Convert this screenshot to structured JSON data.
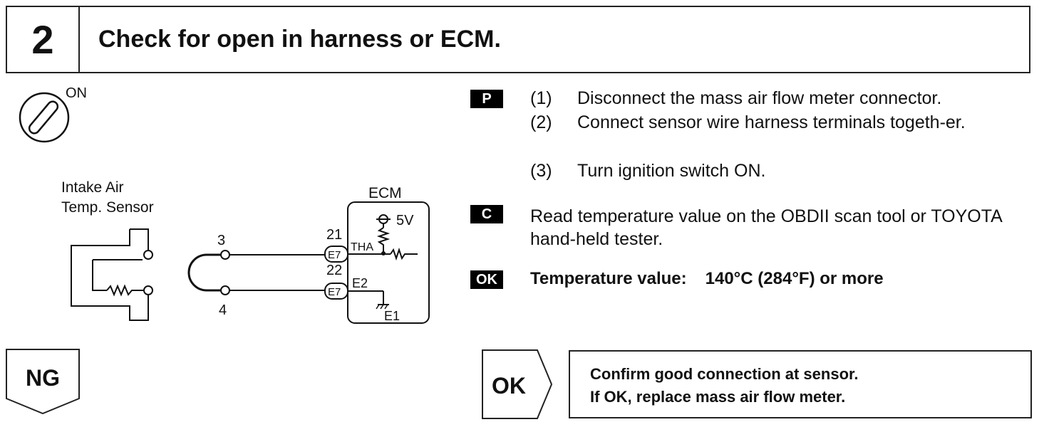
{
  "header": {
    "step_number": "2",
    "title": "Check for open in harness or ECM."
  },
  "ignition": {
    "label": "ON",
    "icon": "ignition-switch-icon"
  },
  "diagram": {
    "sensor_label_line1": "Intake Air",
    "sensor_label_line2": "Temp. Sensor",
    "ecm_label": "ECM",
    "voltage_label": "5V",
    "terminal_top": "3",
    "terminal_bottom": "4",
    "pin_top": "21",
    "pin_bottom": "22",
    "connector_top": "E7",
    "connector_bottom": "E7",
    "signal_tha": "THA",
    "signal_e2": "E2",
    "signal_e1": "E1"
  },
  "badges": {
    "prep": "P",
    "check": "C",
    "ok": "OK"
  },
  "prep_steps": [
    {
      "n": "(1)",
      "text": "Disconnect the mass air flow meter connector."
    },
    {
      "n": "(2)",
      "text": "Connect sensor wire harness terminals togeth-er."
    },
    {
      "n": "(3)",
      "text": "Turn ignition switch ON."
    }
  ],
  "check_text": "Read temperature value on the OBDII scan tool or TOYOTA hand-held tester.",
  "ok_condition": {
    "label": "Temperature value:",
    "value": "140°C (284°F) or more"
  },
  "branches": {
    "ng_label": "NG",
    "ok_label": "OK",
    "ok_result_line1": "Confirm good connection at sensor.",
    "ok_result_line2": "If OK, replace mass air flow meter."
  }
}
